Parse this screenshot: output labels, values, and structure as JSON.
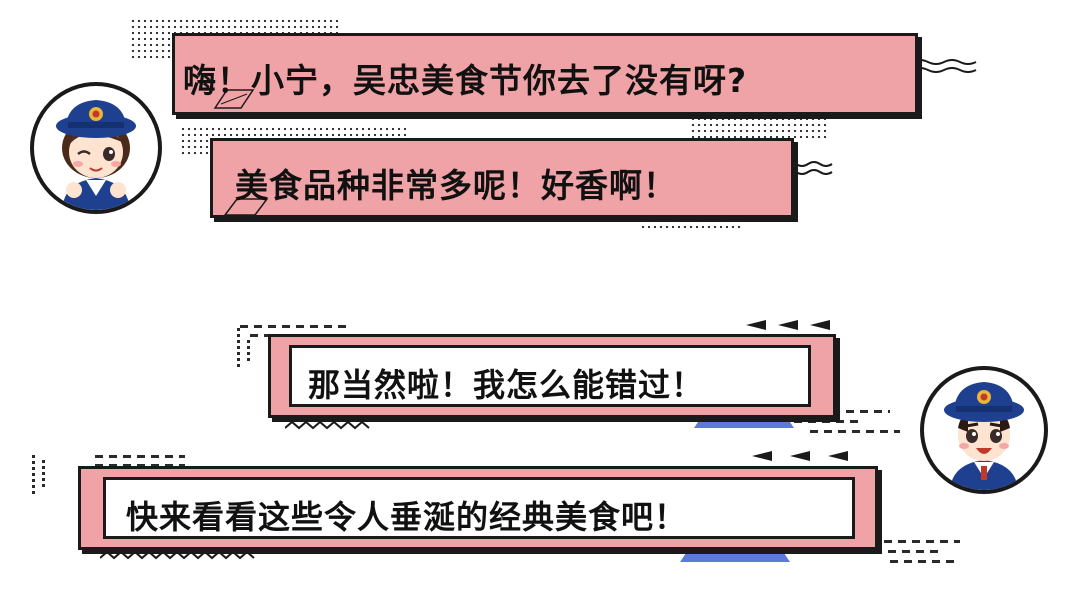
{
  "dialog": [
    {
      "text": "嗨！小宁，吴忠美食节你去了没有呀?"
    },
    {
      "text": "美食品种非常多呢！好香啊！"
    },
    {
      "text": "那当然啦！我怎么能错过！"
    },
    {
      "text": "快来看看这些令人垂涎的经典美食吧！"
    }
  ],
  "avatars": {
    "left": "female-tax-officer-avatar",
    "right": "male-tax-officer-avatar"
  },
  "colors": {
    "bubble": "#f0a3a6",
    "outline": "#1a1a1a",
    "accent": "#5b7bd6",
    "hat": "#1f3f8f"
  }
}
